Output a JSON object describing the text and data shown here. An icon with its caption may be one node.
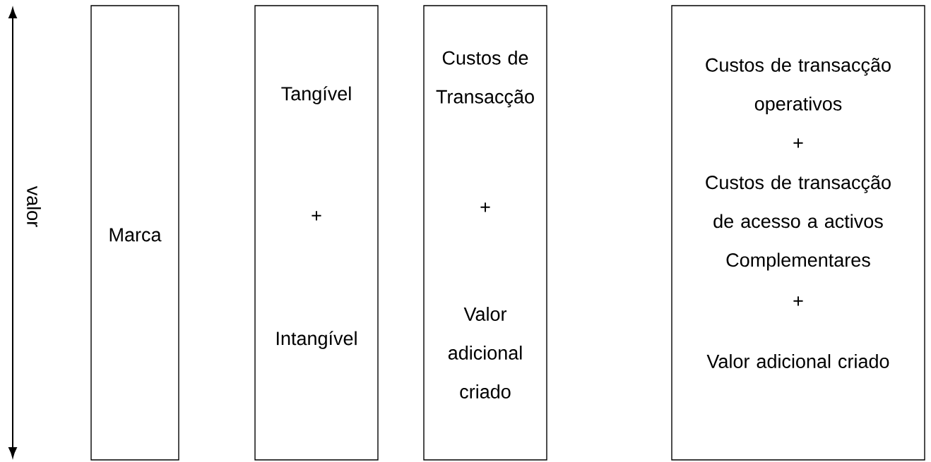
{
  "diagram": {
    "nodes": [
      {
        "text": [
          "Marca"
        ]
      },
      {
        "text": [
          "Tangível",
          "+",
          "Intangível"
        ]
      },
      {
        "text": [
          "Custos de Transacção",
          "+",
          "Valor adicional criado"
        ]
      },
      {
        "text": [
          "Custos de transacção operativos",
          "+",
          "Custos de transacção de acesso a activos Complementares",
          "+",
          "Valor adicional criado"
        ]
      }
    ],
    "labels": [
      "valor"
    ]
  }
}
